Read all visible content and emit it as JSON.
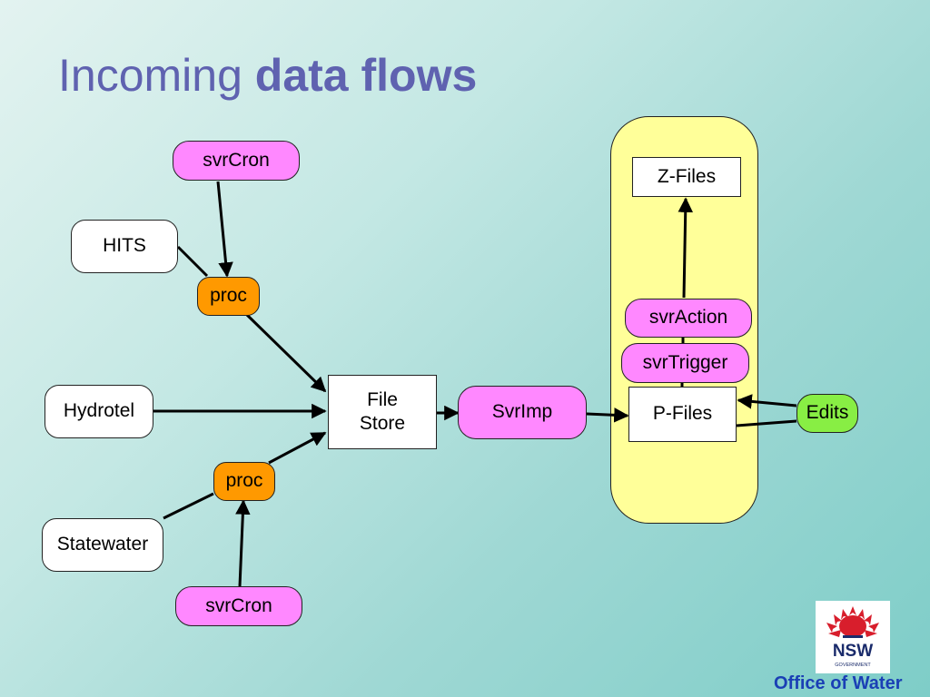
{
  "title": {
    "normal": "Incoming",
    "bold": "data flows"
  },
  "nodes": {
    "svrcron_top": "svrCron",
    "hits": "HITS",
    "proc_top": "proc",
    "hydrotel": "Hydrotel",
    "file_store_line1": "File",
    "file_store_line2": "Store",
    "svrimp": "SvrImp",
    "proc_bottom": "proc",
    "statewater": "Statewater",
    "svrcron_bottom": "svrCron",
    "z_files": "Z-Files",
    "svraction": "svrAction",
    "svrtrigger": "svrTrigger",
    "p_files": "P-Files",
    "edits": "Edits"
  },
  "logo": {
    "text": "NSW",
    "subtext": "GOVERNMENT"
  },
  "footer": {
    "org": "Office of Water"
  },
  "colors": {
    "title": "#5f62b0",
    "pill": "#ff88ff",
    "proc": "#ff9900",
    "edits": "#88ee44",
    "container": "#ffff99",
    "logo_red": "#d81e2c",
    "logo_navy": "#1a2b6b",
    "org": "#1a3fb5"
  }
}
